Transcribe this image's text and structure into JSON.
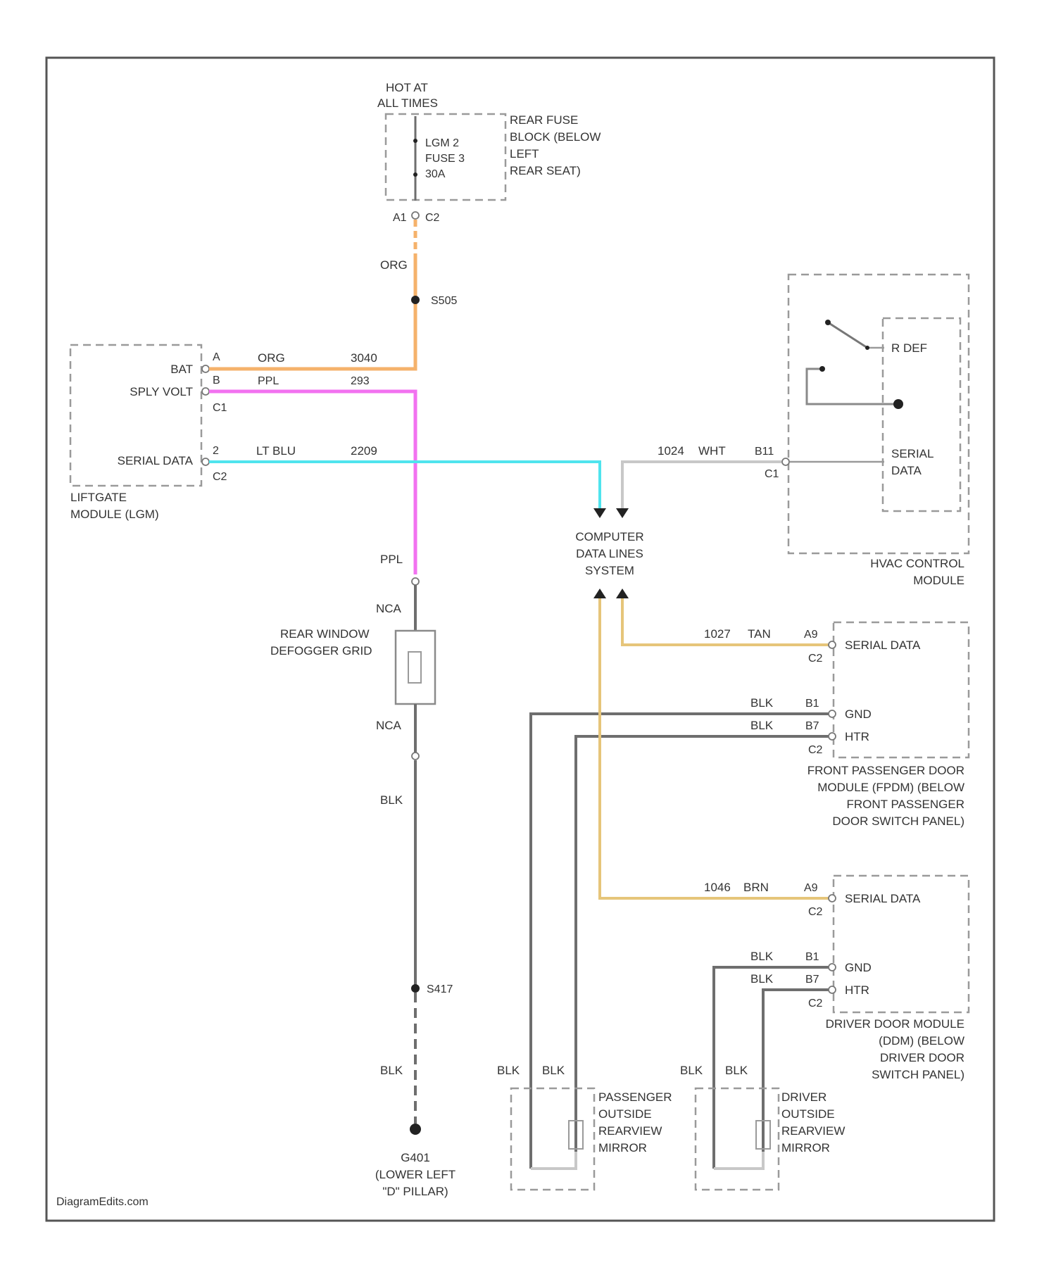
{
  "diagram": {
    "colors": {
      "orange": "#f5b26b",
      "magenta": "#f272f0",
      "cyan": "#4fe4ee",
      "tan": "#e6c57a",
      "black_wire": "#6e6e6e",
      "white_wire": "#c8c8c8",
      "border": "#555555"
    },
    "hot_at_all_times": [
      "HOT AT",
      "ALL TIMES"
    ],
    "fuse": {
      "lines": [
        "LGM 2",
        "FUSE 3",
        "30A"
      ],
      "block_label": [
        "REAR FUSE",
        "BLOCK (BELOW",
        "LEFT",
        "REAR SEAT)"
      ],
      "pin_a": "A1",
      "connector": "C2"
    },
    "wires": {
      "org_top": "ORG",
      "splice_top": "S505",
      "org_a": "ORG",
      "org_a_circuit": "3040",
      "ppl_b": "PPL",
      "ppl_b_circuit": "293",
      "lt_blu": "LT BLU",
      "lt_blu_circuit": "2209",
      "wht": "1024",
      "wht_color": "WHT",
      "wht_pin": "B11",
      "ppl_down": "PPL",
      "nca_top": "NCA",
      "nca_bottom": "NCA",
      "blk_down": "BLK",
      "splice_bottom": "S417",
      "blk_ground": "BLK",
      "tan_circuit": "1027",
      "tan_color": "TAN",
      "tan_pin": "A9",
      "brn_circuit": "1046",
      "brn_color": "BRN",
      "brn_pin": "A9",
      "fp_blk1": "BLK",
      "fp_pin1": "B1",
      "fp_blk2": "BLK",
      "fp_pin2": "B7",
      "dr_blk1": "BLK",
      "dr_pin1": "B1",
      "dr_blk2": "BLK",
      "dr_pin2": "B7",
      "mirror_p_blk1": "BLK",
      "mirror_p_blk2": "BLK",
      "mirror_d_blk1": "BLK",
      "mirror_d_blk2": "BLK"
    },
    "liftgate": {
      "pins": [
        "A",
        "B",
        "2"
      ],
      "bat": "BAT",
      "splyvolt": "SPLY VOLT",
      "serial": "SERIAL DATA",
      "c1": "C1",
      "c2": "C2",
      "label": [
        "LIFTGATE",
        "MODULE (LGM)"
      ]
    },
    "defogger": [
      "REAR WINDOW",
      "DEFOGGER GRID"
    ],
    "ground": [
      "G401",
      "(LOWER LEFT",
      "\"D\" PILLAR)"
    ],
    "computer": [
      "COMPUTER",
      "DATA LINES",
      "SYSTEM"
    ],
    "hvac": {
      "rdef": "R DEF",
      "serial": [
        "SERIAL",
        "DATA"
      ],
      "connector": "C1",
      "label": [
        "HVAC CONTROL",
        "MODULE"
      ]
    },
    "front_pass": {
      "serial": "SERIAL DATA",
      "c2": "C2",
      "gnd": "GND",
      "htr": "HTR",
      "c2b": "C2",
      "label": [
        "FRONT PASSENGER DOOR",
        "MODULE (FPDM) (BELOW",
        "FRONT PASSENGER",
        "DOOR SWITCH PANEL)"
      ]
    },
    "driver_door": {
      "serial": "SERIAL DATA",
      "c2": "C2",
      "gnd": "GND",
      "htr": "HTR",
      "c2b": "C2",
      "label": [
        "DRIVER DOOR MODULE",
        "(DDM) (BELOW",
        "DRIVER DOOR",
        "SWITCH PANEL)"
      ]
    },
    "pass_mirror": [
      "PASSENGER",
      "OUTSIDE",
      "REARVIEW",
      "MIRROR"
    ],
    "driver_mirror": [
      "DRIVER",
      "OUTSIDE",
      "REARVIEW",
      "MIRROR"
    ],
    "watermark": "DiagramEdits.com"
  }
}
